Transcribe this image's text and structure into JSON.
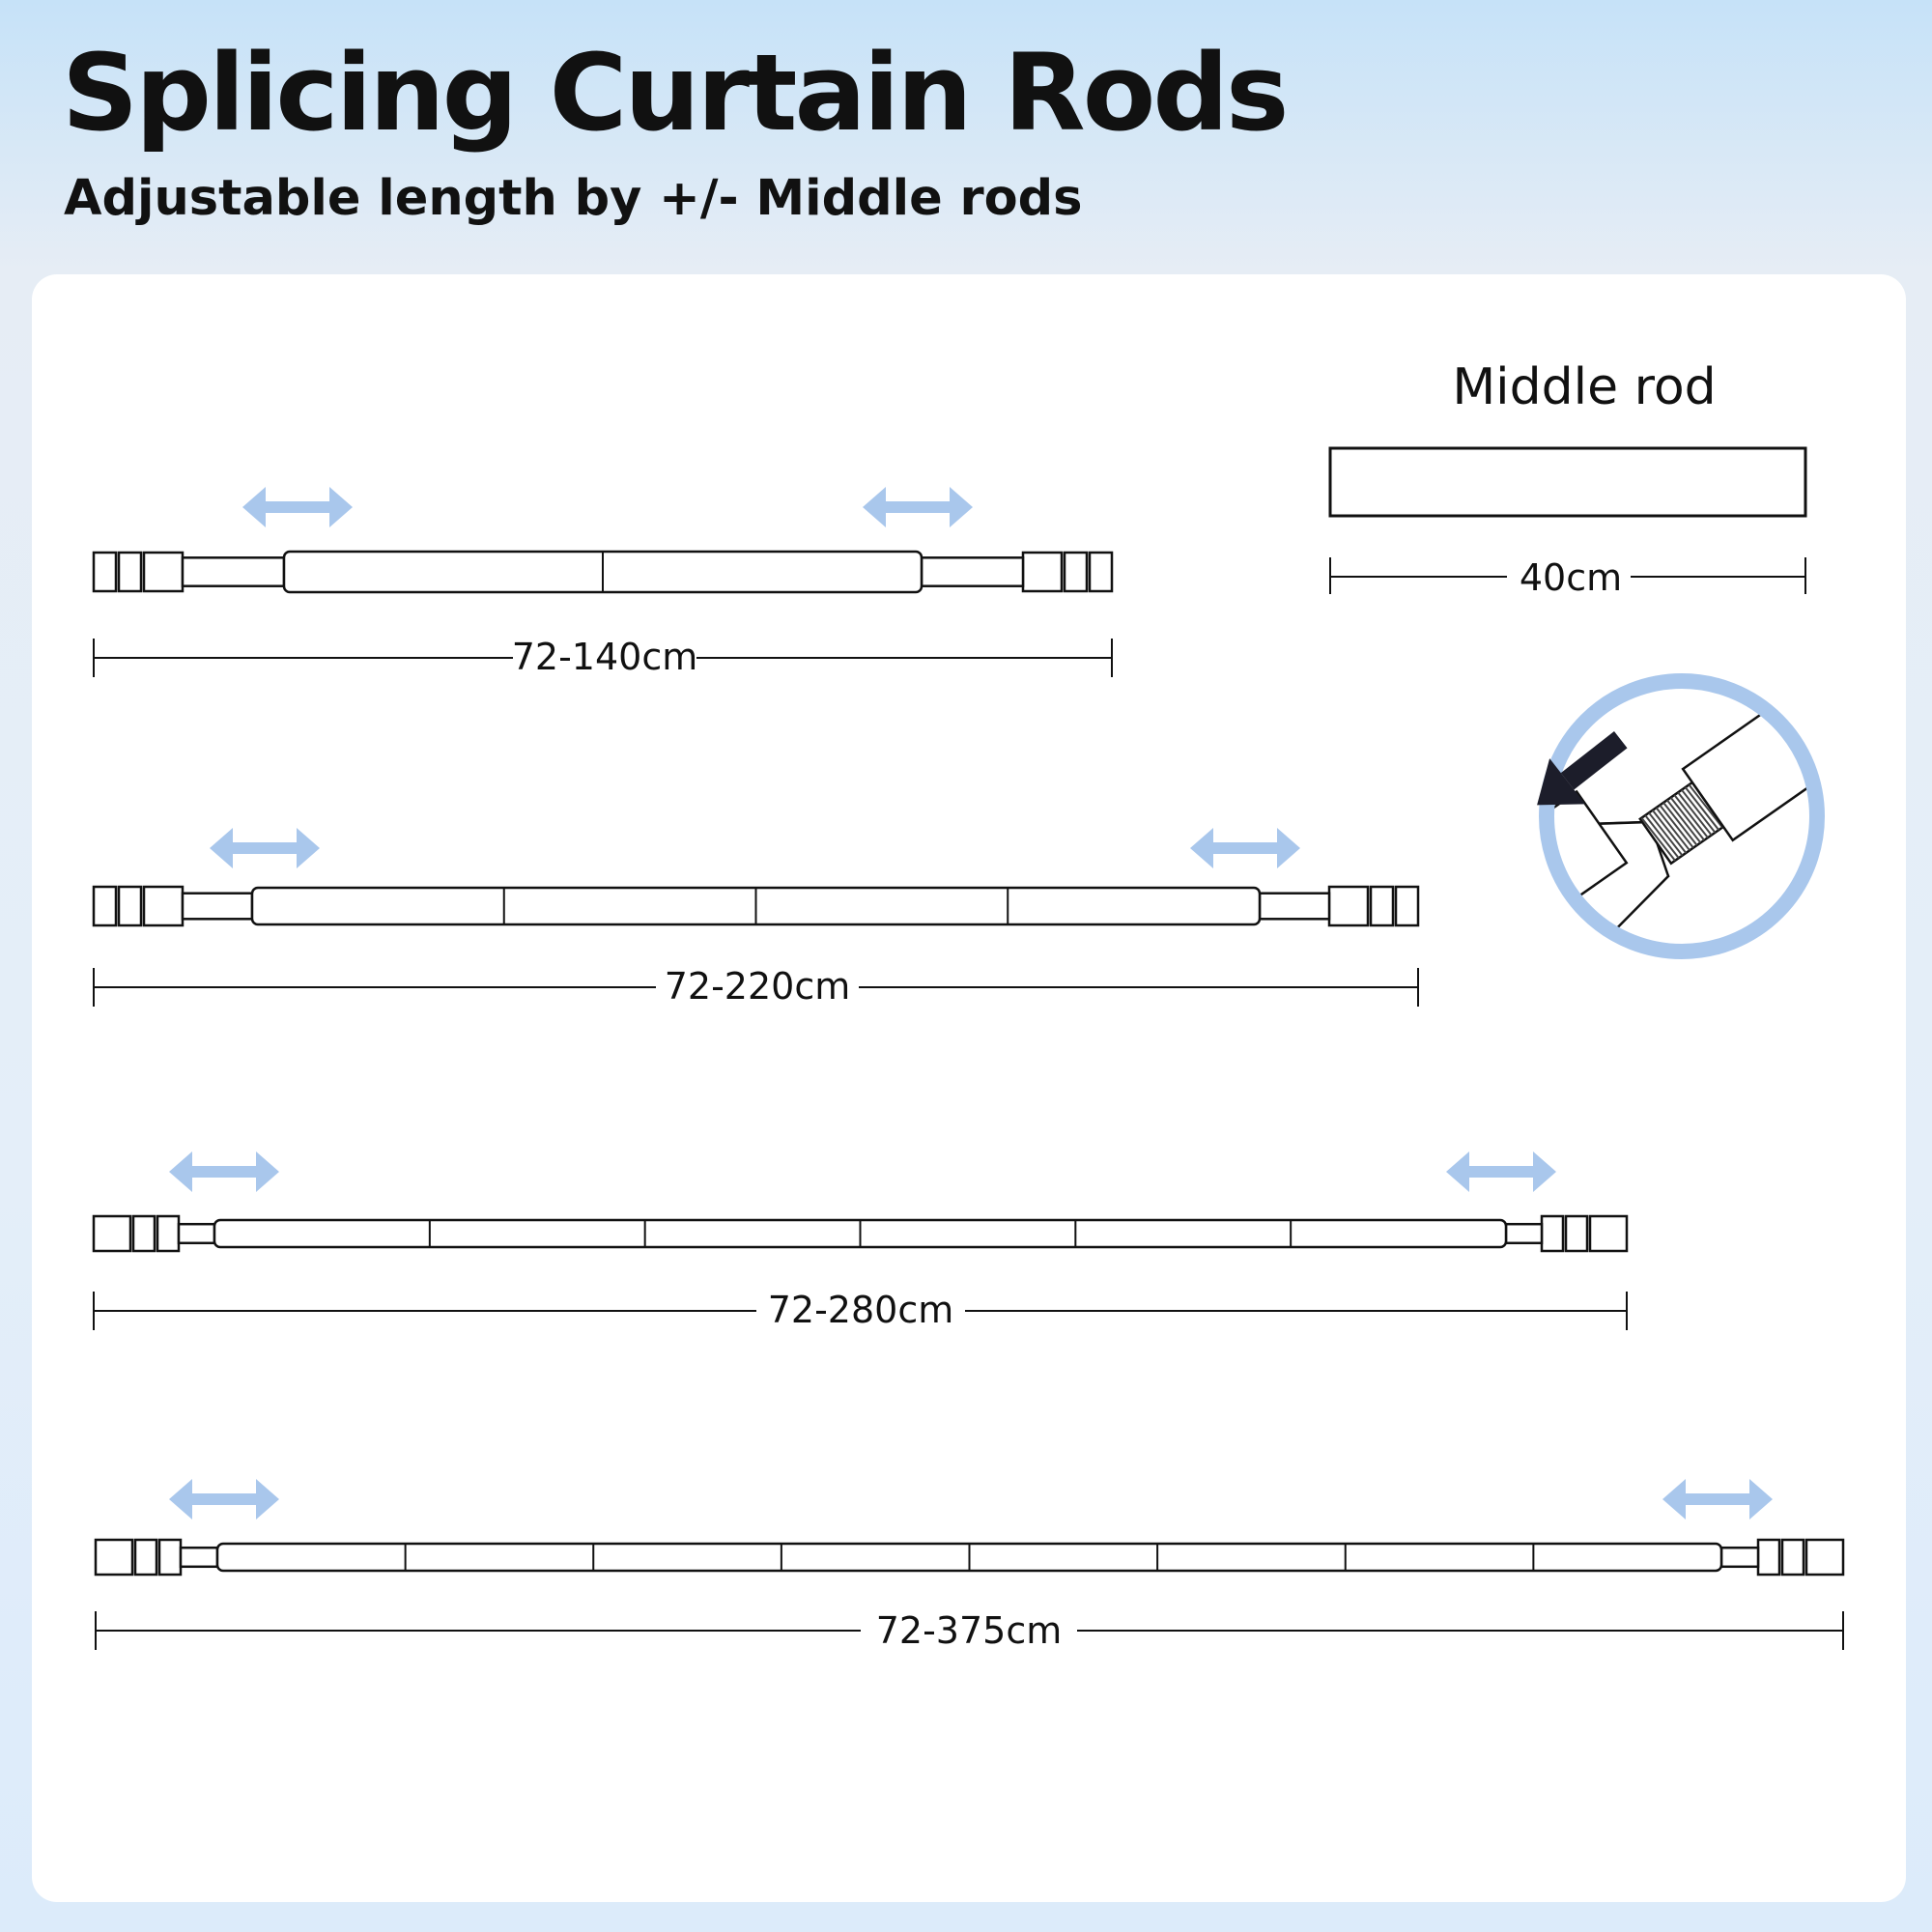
{
  "title": "Splicing Curtain Rods",
  "subtitle": "Adjustable length by +/- Middle rods",
  "middle_rod": {
    "label": "Middle rod",
    "length": "40cm"
  },
  "rods": [
    {
      "range": "72-140cm",
      "middle_sections": 2
    },
    {
      "range": "72-220cm",
      "middle_sections": 4
    },
    {
      "range": "72-280cm",
      "middle_sections": 6
    },
    {
      "range": "72-375cm",
      "middle_sections": 8
    }
  ],
  "icons": {
    "adjust": "double-arrow-icon",
    "connect": "thread-connector-icon"
  },
  "colors": {
    "arrow": "#a9c7ec",
    "circle": "#a9c7ec",
    "line": "#111111",
    "dark_arrow": "#1c1d2a"
  }
}
